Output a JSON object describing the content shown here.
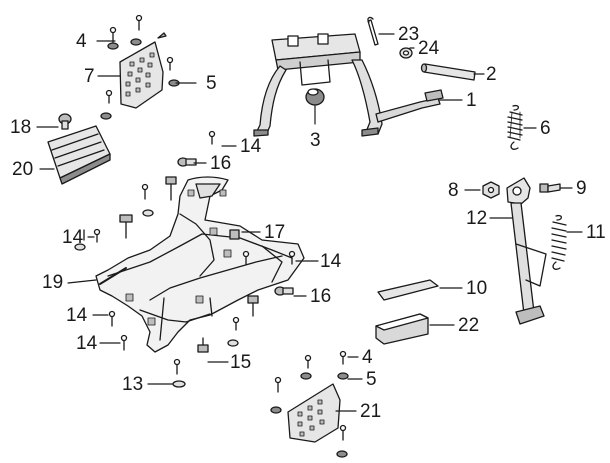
{
  "diagram": {
    "part_numbers": [
      "1",
      "2",
      "3",
      "4",
      "5",
      "6",
      "7",
      "8",
      "9",
      "10",
      "11",
      "12",
      "13",
      "14",
      "15",
      "16",
      "17",
      "18",
      "19",
      "20",
      "21",
      "22",
      "23",
      "24"
    ],
    "callouts": [
      {
        "id": "c1",
        "text": "1"
      },
      {
        "id": "c2",
        "text": "2"
      },
      {
        "id": "c3",
        "text": "3"
      },
      {
        "id": "c4a",
        "text": "4"
      },
      {
        "id": "c4b",
        "text": "4"
      },
      {
        "id": "c5a",
        "text": "5"
      },
      {
        "id": "c5b",
        "text": "5"
      },
      {
        "id": "c6",
        "text": "6"
      },
      {
        "id": "c7",
        "text": "7"
      },
      {
        "id": "c8",
        "text": "8"
      },
      {
        "id": "c9",
        "text": "9"
      },
      {
        "id": "c10",
        "text": "10"
      },
      {
        "id": "c11",
        "text": "11"
      },
      {
        "id": "c12",
        "text": "12"
      },
      {
        "id": "c13",
        "text": "13"
      },
      {
        "id": "c14a",
        "text": "14"
      },
      {
        "id": "c14b",
        "text": "14"
      },
      {
        "id": "c14c",
        "text": "14"
      },
      {
        "id": "c14d",
        "text": "14"
      },
      {
        "id": "c14e",
        "text": "14"
      },
      {
        "id": "c15",
        "text": "15"
      },
      {
        "id": "c16a",
        "text": "16"
      },
      {
        "id": "c16b",
        "text": "16"
      },
      {
        "id": "c17",
        "text": "17"
      },
      {
        "id": "c18",
        "text": "18"
      },
      {
        "id": "c19",
        "text": "19"
      },
      {
        "id": "c20",
        "text": "20"
      },
      {
        "id": "c21",
        "text": "21"
      },
      {
        "id": "c22",
        "text": "22"
      },
      {
        "id": "c23",
        "text": "23"
      },
      {
        "id": "c24",
        "text": "24"
      }
    ]
  },
  "colors": {
    "line": "#1a1a1a",
    "fill_light": "#d9d9d9",
    "fill_mid": "#bdbdbd",
    "fill_dark": "#8c8c8c",
    "background": "#ffffff"
  }
}
